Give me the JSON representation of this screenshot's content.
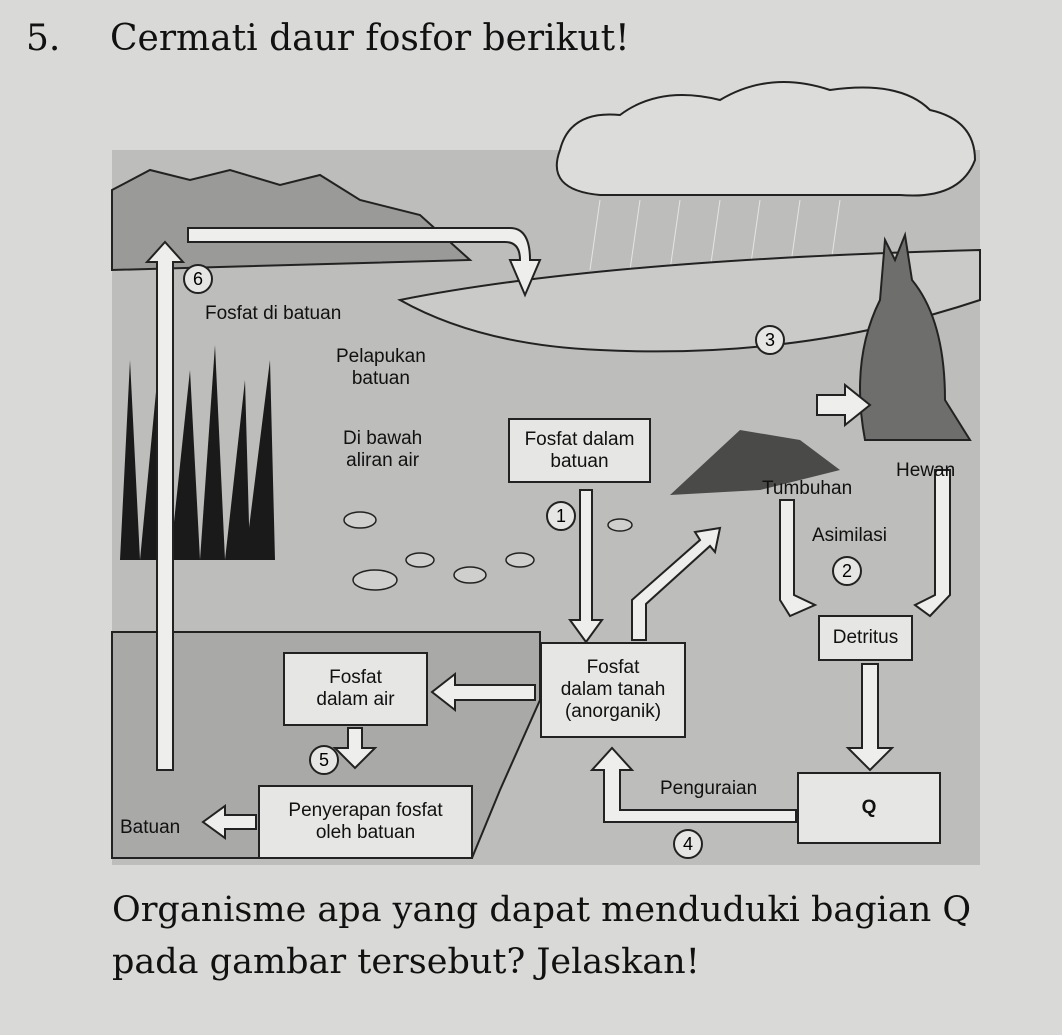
{
  "question_number": "5.",
  "title": "Cermati daur fosfor berikut!",
  "diagram": {
    "boxes": {
      "rock_phosphate": [
        "Fosfat dalam",
        "batuan"
      ],
      "soil_phosphate": [
        "Fosfat",
        "dalam tanah",
        "(anorganik)"
      ],
      "water_phosphate": [
        "Fosfat",
        "dalam air"
      ],
      "absorption": [
        "Penyerapan fosfat",
        "oleh batuan"
      ],
      "detritus": "Detritus",
      "q": "Q"
    },
    "labels": {
      "rock": "Fosfat di batuan",
      "weathering": [
        "Pelapukan",
        "batuan"
      ],
      "underwater": [
        "Di bawah",
        "aliran air"
      ],
      "plants": "Tumbuhan",
      "animals": "Hewan",
      "assimilation": "Asimilasi",
      "decomposition": "Penguraian",
      "stone": "Batuan"
    },
    "steps": [
      "1",
      "2",
      "3",
      "4",
      "5",
      "6"
    ]
  },
  "question": [
    "Organisme apa yang dapat menduduki bagian Q",
    "pada gambar tersebut? Jelaskan!"
  ]
}
